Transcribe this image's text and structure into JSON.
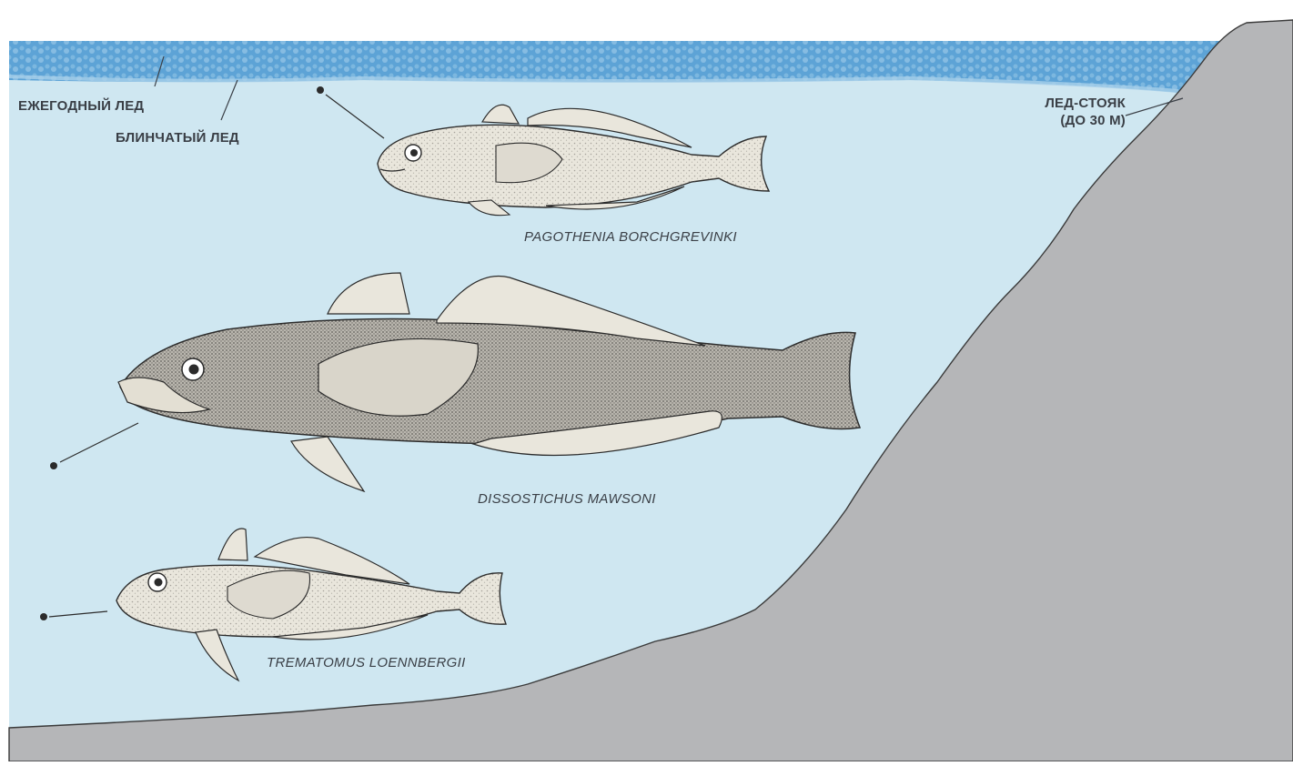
{
  "labels": {
    "annual_ice": "ЕЖЕГОДНЫЙ ЛЕД",
    "pancake_ice": "БЛИНЧАТЫЙ ЛЕД",
    "anchor_ice_line1": "ЛЕД-СТОЯК",
    "anchor_ice_line2": "(ДО 30 М)"
  },
  "species": [
    "PAGOTHENIA BORCHGREVINKI",
    "DISSOSTICHUS MAWSONI",
    "TREMATOMUS LOENNBERGII"
  ],
  "colors": {
    "background": "#ffffff",
    "water": "#cfe7f1",
    "ice": "#5da3d6",
    "ice_highlight": "#a8d0ea",
    "seabed": "#b5b6b8",
    "text": "#3a3f46",
    "fish_body": "#e9e6dc",
    "fish_dark": "#8d8a84",
    "ink": "#2b2b2b"
  }
}
